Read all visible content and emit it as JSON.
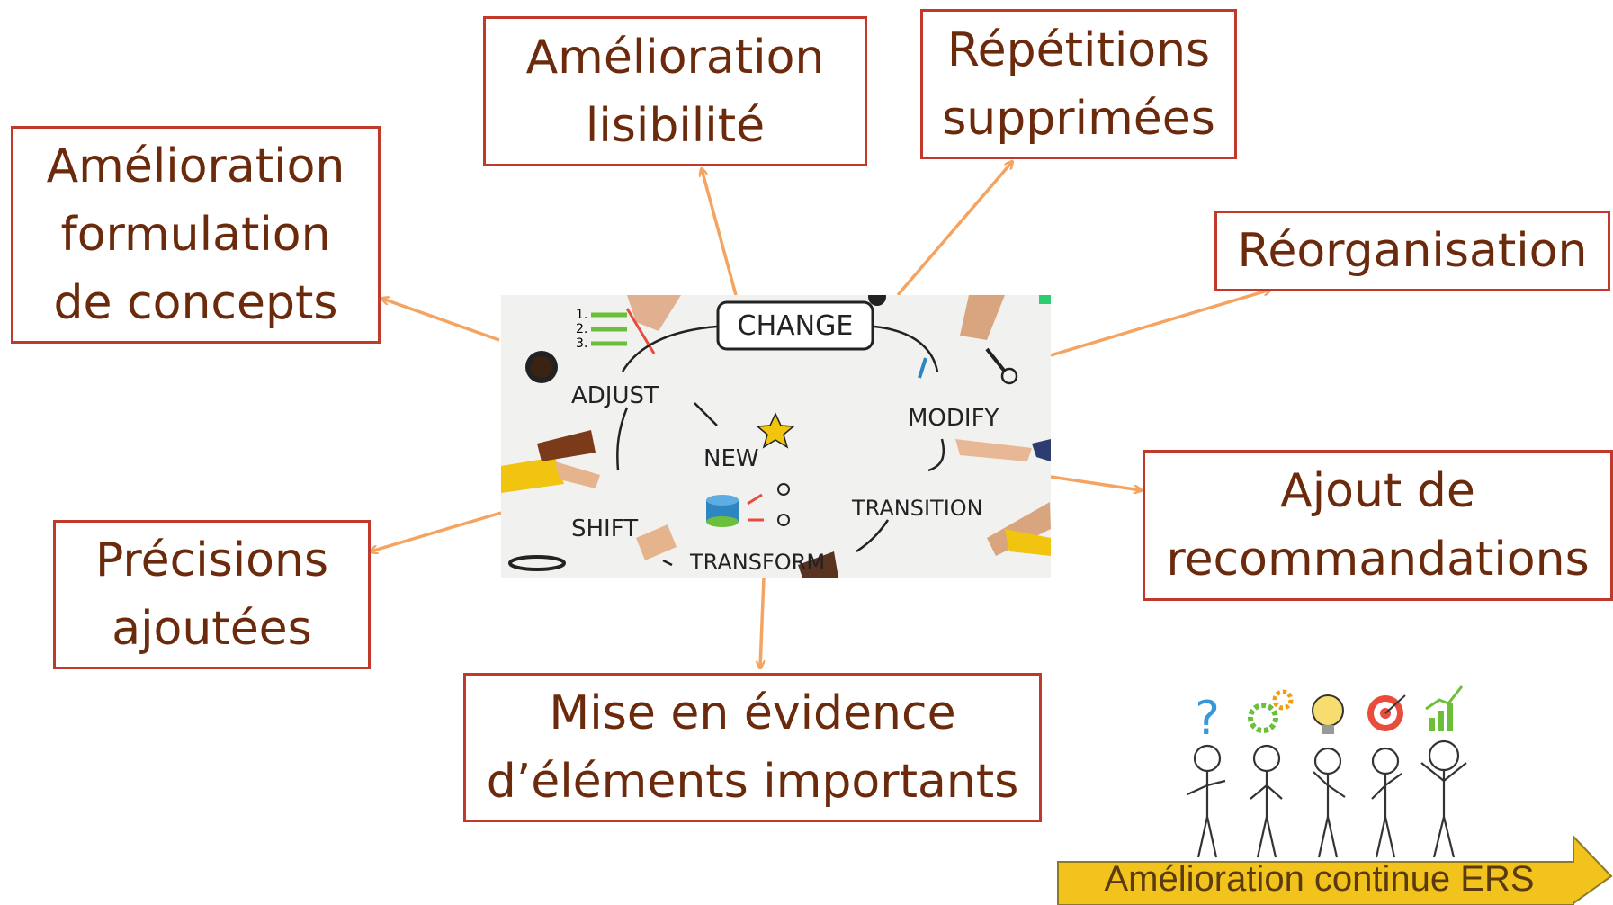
{
  "boxes": {
    "formulation": [
      "Amélioration",
      "formulation",
      "de concepts"
    ],
    "lisibilite": [
      "Amélioration",
      "lisibilité"
    ],
    "repetitions": [
      "Répétitions",
      "supprimées"
    ],
    "reorganisation": [
      "Réorganisation"
    ],
    "ajout": [
      "Ajout de",
      "recommandations"
    ],
    "precisions": [
      "Précisions",
      "ajoutées"
    ],
    "evidence": [
      "Mise en évidence",
      "d’éléments importants"
    ]
  },
  "image": {
    "change": "CHANGE",
    "adjust": "ADJUST",
    "new": "NEW",
    "modify": "MODIFY",
    "shift": "SHIFT",
    "transition": "TRANSITION",
    "transform": "TRANSFORM",
    "list_numbers": [
      "1.",
      "2.",
      "3."
    ]
  },
  "banner": {
    "label": "Amélioration continue ERS"
  },
  "colors": {
    "box_border": "#c0392b",
    "box_text": "#6b2a0c",
    "arrow": "#f4a460",
    "banner_fill": "#f2c31c"
  }
}
